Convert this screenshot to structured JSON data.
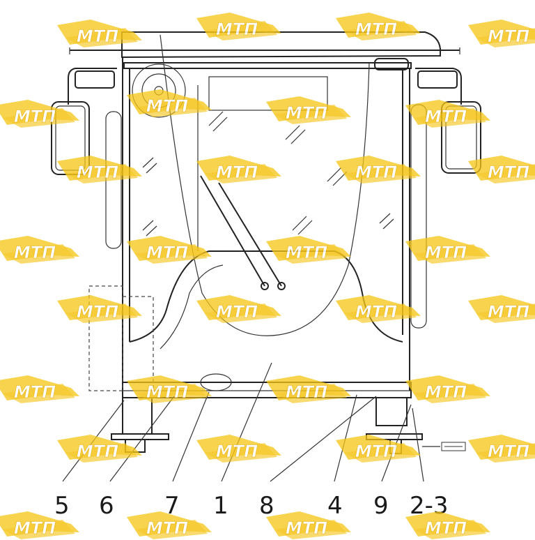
{
  "watermark": {
    "text": "МТП",
    "colors": {
      "wing": "#f5c518",
      "text": "#ffffff",
      "wing_outline": "#e3a800"
    }
  },
  "callouts": [
    {
      "id": "5",
      "label": "5"
    },
    {
      "id": "6",
      "label": "6"
    },
    {
      "id": "7",
      "label": "7"
    },
    {
      "id": "1",
      "label": "1"
    },
    {
      "id": "8",
      "label": "8"
    },
    {
      "id": "4",
      "label": "4"
    },
    {
      "id": "9",
      "label": "9"
    },
    {
      "id": "2-3",
      "label": "2-3"
    }
  ],
  "side_note": {
    "text": "",
    "icon": "small-label-icon"
  },
  "colors": {
    "line": "#222222",
    "background": "#ffffff"
  }
}
